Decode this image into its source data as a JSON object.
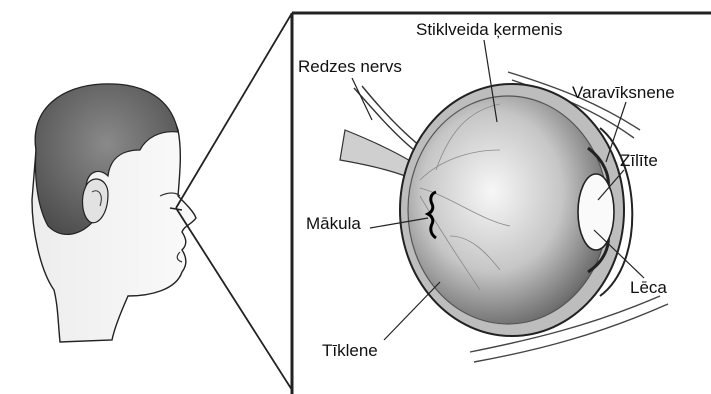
{
  "diagram": {
    "labels": {
      "vitreous": "Stiklveida ķermenis",
      "optic_nerve": "Redzes nervs",
      "iris": "Varavīksnene",
      "pupil": "Zīlīte",
      "macula": "Mākula",
      "lens": "Lēca",
      "retina": "Tīklene"
    }
  }
}
